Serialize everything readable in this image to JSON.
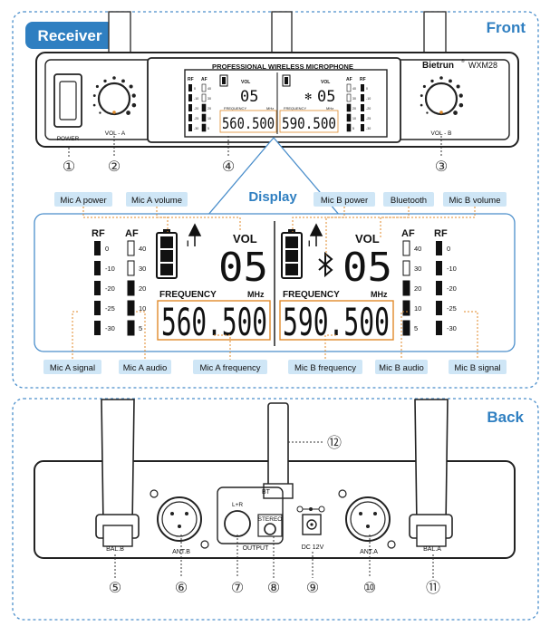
{
  "colors": {
    "accent": "#2f7fc1",
    "callout_line": "#e08a2a",
    "tag_bg": "#cfe6f6",
    "dashed_border": "#4a8ecb"
  },
  "front": {
    "section_title": "Front",
    "receiver_label": "Receiver",
    "brand": "Bietrun",
    "brand_mark": "®",
    "model": "WXM28",
    "display_banner": "PROFESSIONAL WIRELESS MICROPHONE",
    "power_label": "POWER",
    "vol_a_label": "VOL - A",
    "vol_b_label": "VOL - B",
    "numbers": [
      "①",
      "②",
      "④",
      "③"
    ]
  },
  "display": {
    "title": "Display",
    "channel_a": {
      "rf_label": "RF",
      "af_label": "AF",
      "rf_ticks": [
        "0",
        "-10",
        "-20",
        "-25",
        "-30"
      ],
      "af_ticks": [
        "40",
        "30",
        "20",
        "10",
        "5"
      ],
      "vol_label": "VOL",
      "vol_value": "05",
      "freq_label": "FREQUENCY",
      "freq_unit": "MHz",
      "frequency": "560.500"
    },
    "channel_b": {
      "rf_label": "RF",
      "af_label": "AF",
      "rf_ticks": [
        "0",
        "-10",
        "-20",
        "-25",
        "-30"
      ],
      "af_ticks": [
        "40",
        "30",
        "20",
        "10",
        "5"
      ],
      "vol_label": "VOL",
      "vol_value": "05",
      "freq_label": "FREQUENCY",
      "freq_unit": "MHz",
      "frequency": "590.500"
    },
    "antenna_mark": "I",
    "callouts_top": [
      "Mic A power",
      "Mic A volume",
      "Mic B power",
      "Bluetooth",
      "Mic B volume"
    ],
    "callouts_bottom": [
      "Mic A signal",
      "Mic A audio",
      "Mic A frequency",
      "Mic B frequency",
      "Mic B audio",
      "Mic B signal"
    ]
  },
  "back": {
    "section_title": "Back",
    "bal_b": "BAL.B",
    "ant_b": "ANT.B",
    "lr": "L+R",
    "output": "OUTPUT",
    "stereo": "STEREO",
    "bt": "BT",
    "dc": "DC 12V",
    "ant_a": "ANT.A",
    "bal_a": "BAL.A",
    "numbers": [
      "⑤",
      "⑥",
      "⑦",
      "⑧",
      "⑨",
      "⑩",
      "⑪",
      "⑫"
    ]
  }
}
